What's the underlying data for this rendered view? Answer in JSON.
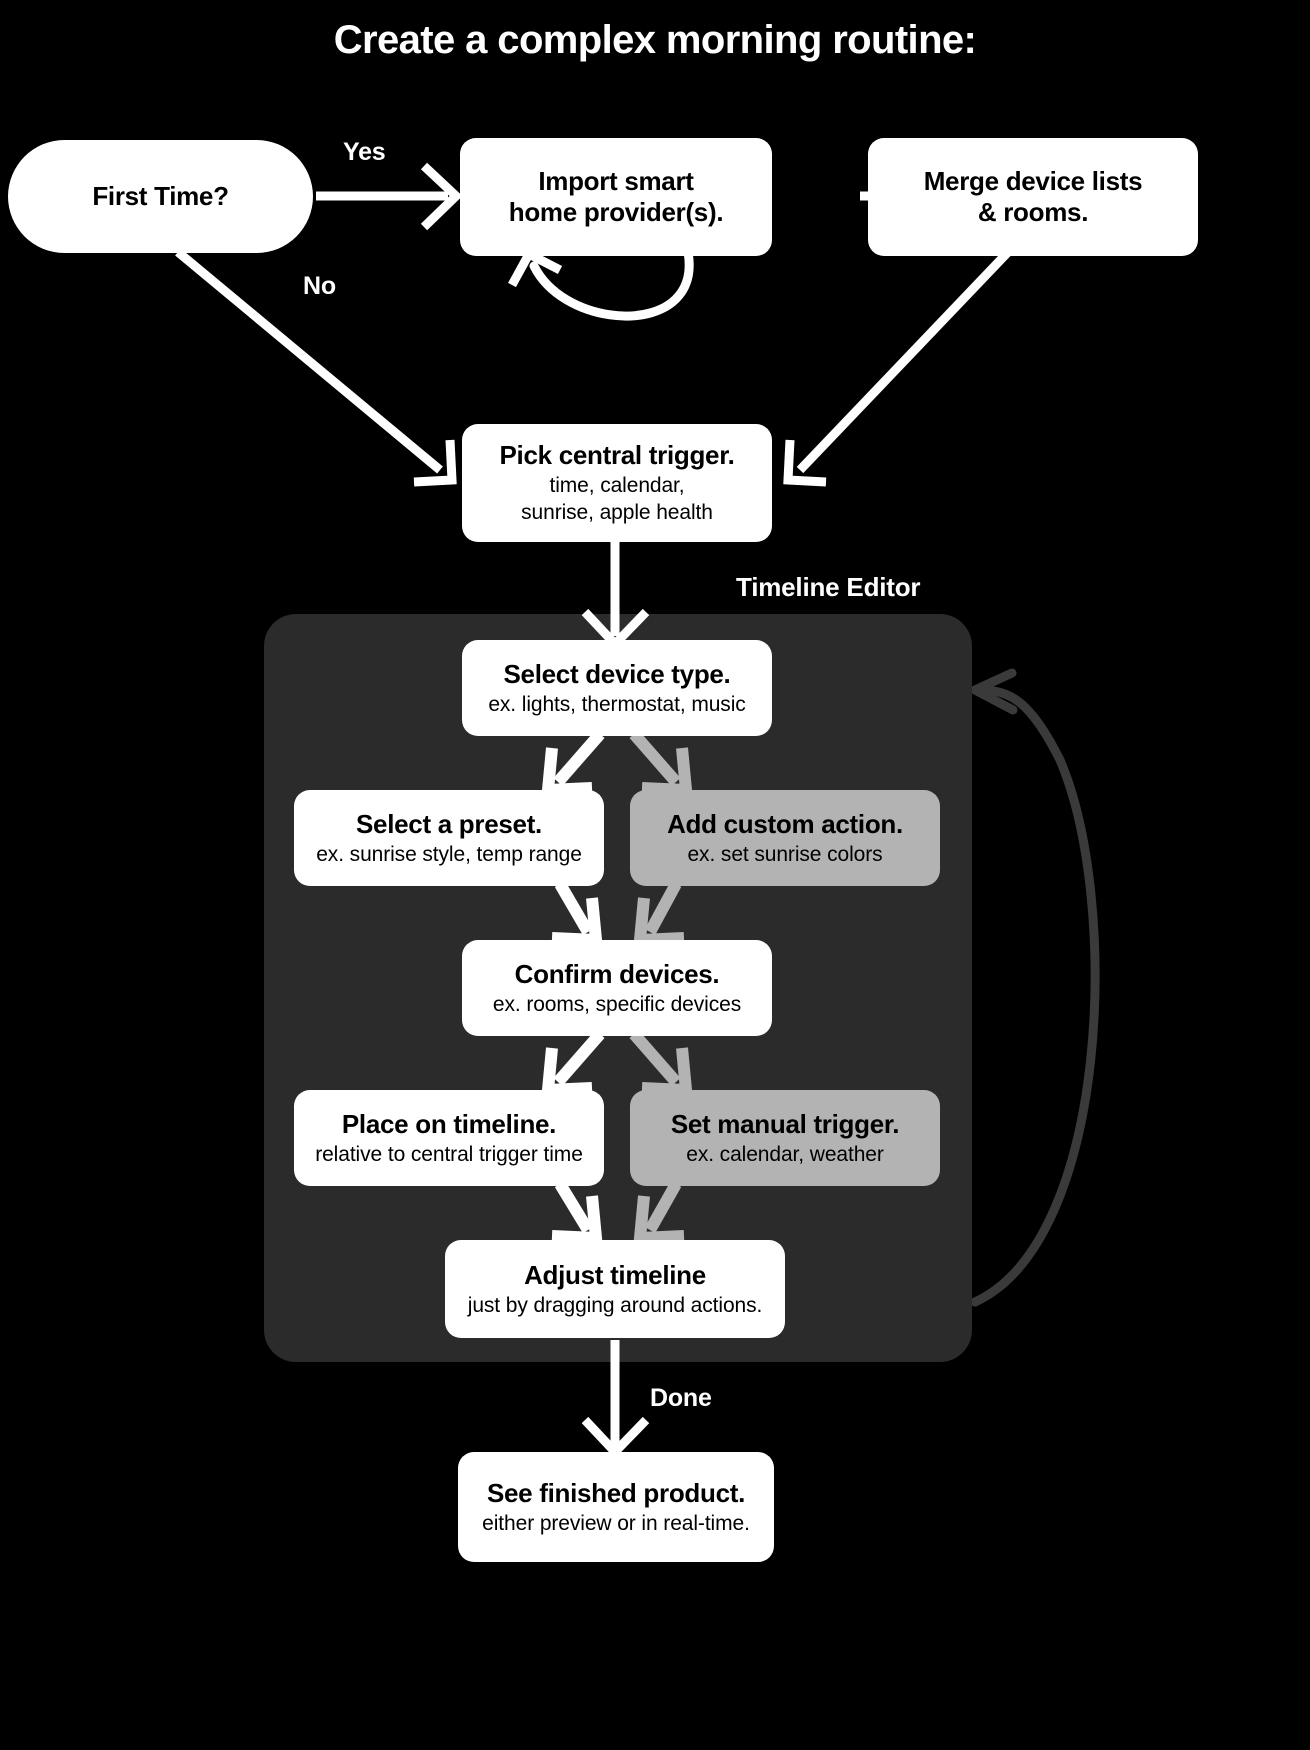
{
  "diagram": {
    "title": "Create a complex morning routine:",
    "type": "flowchart",
    "background_color": "#000000",
    "node_color": "#ffffff",
    "alt_node_color": "#b3b3b3",
    "panel_color": "#2b2b2b",
    "edge_color": "#ffffff",
    "alt_edge_color": "#b3b3b3",
    "loop_edge_color": "#3a3a3a"
  },
  "panel": {
    "label": "Timeline Editor"
  },
  "nodes": {
    "first_time": {
      "title": "First Time?",
      "sub": ""
    },
    "import_provider": {
      "title": "Import smart\nhome provider(s).",
      "line1": "Import smart",
      "line2": "home provider(s).",
      "sub": ""
    },
    "merge_devices": {
      "title": "Merge device lists\n& rooms.",
      "line1": "Merge device lists",
      "line2": "& rooms.",
      "sub": ""
    },
    "pick_trigger": {
      "title": "Pick central trigger.",
      "sub_line1": "time, calendar,",
      "sub_line2": "sunrise, apple health"
    },
    "select_device_type": {
      "title": "Select device type.",
      "sub": "ex. lights, thermostat, music"
    },
    "select_preset": {
      "title": "Select a preset.",
      "sub": "ex. sunrise style, temp range"
    },
    "add_custom_action": {
      "title": "Add custom action.",
      "sub": "ex. set sunrise colors"
    },
    "confirm_devices": {
      "title": "Confirm devices.",
      "sub": "ex. rooms, specific devices"
    },
    "place_on_timeline": {
      "title": "Place on timeline.",
      "sub": "relative to central trigger time"
    },
    "set_manual_trigger": {
      "title": "Set manual trigger.",
      "sub": "ex. calendar, weather"
    },
    "adjust_timeline": {
      "title": "Adjust timeline",
      "sub": "just by dragging around actions."
    },
    "see_finished_product": {
      "title": "See finished product.",
      "sub": "either preview or in real-time."
    }
  },
  "edge_labels": {
    "yes": "Yes",
    "no": "No",
    "done": "Done"
  }
}
